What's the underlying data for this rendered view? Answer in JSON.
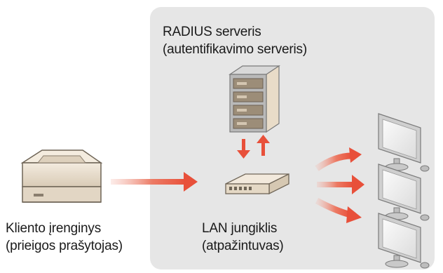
{
  "labels": {
    "radius_server": {
      "line1": "RADIUS serveris",
      "line2": "(autentifikavimo serveris)"
    },
    "client_device": {
      "line1": "Kliento įrenginys",
      "line2": "(prieigos prašytojas)"
    },
    "lan_switch": {
      "line1": "LAN jungiklis",
      "line2": "(atpažintuvas)"
    }
  },
  "colors": {
    "panel": "#e6e6e6",
    "arrow": "#e8503a",
    "device_beige": "#e8dccb",
    "device_outline": "#6f6557",
    "monitor_frame": "#cfcfcf",
    "screen": "#f2f2f2"
  },
  "icons": [
    "printer-icon",
    "server-rack-icon",
    "network-switch-icon",
    "computer-monitor-icon"
  ]
}
